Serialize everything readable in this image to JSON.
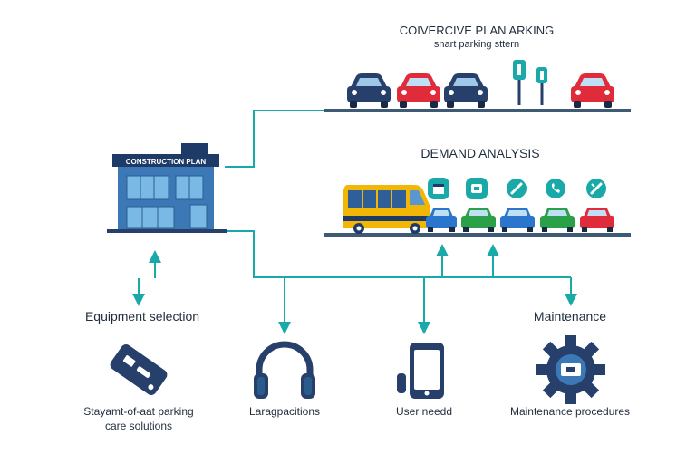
{
  "texts": {
    "top_title": "COIVERCIVE PLAN ARKING",
    "top_subtitle": "snart parking sttern",
    "building_sign": "CONSTRUCTION PLAN",
    "demand_title": "DEMAND ANALYSIS",
    "equipment_title": "Equipment selection",
    "maintenance_title": "Maintenance",
    "caption_card_line1": "Stayamt-of-aat parking",
    "caption_card_line2": "care solutions",
    "caption_headphones": "Laragpacitions",
    "caption_phone": "User needd",
    "caption_gear": "Maintenance procedures"
  },
  "colors": {
    "connector": "#1aa9a9",
    "shelf": "#3f5a74",
    "navy": "#263f6b",
    "icon_blue": "#2a5b8d",
    "red": "#e02c3a",
    "green": "#2aa048",
    "blue": "#2a76cc",
    "bus_yellow": "#f2b705",
    "teal_icon": "#1aa9a9"
  },
  "icons": {
    "top_row": [
      "car-navy-icon",
      "car-red-icon",
      "car-navy-icon",
      "parking-sign-icon",
      "parking-sign-icon",
      "car-red-icon"
    ],
    "demand_row": [
      "bus-icon",
      "car-blue-icon",
      "car-green-icon",
      "car-blue-icon",
      "car-green-icon",
      "car-red-icon"
    ],
    "demand_badges": [
      "calendar-icon",
      "car-badge-icon",
      "wrench-icon",
      "phone-icon",
      "tools-icon"
    ],
    "bottom_row": [
      "key-card-icon",
      "headphones-icon",
      "smartphone-icon",
      "gear-icon"
    ]
  }
}
